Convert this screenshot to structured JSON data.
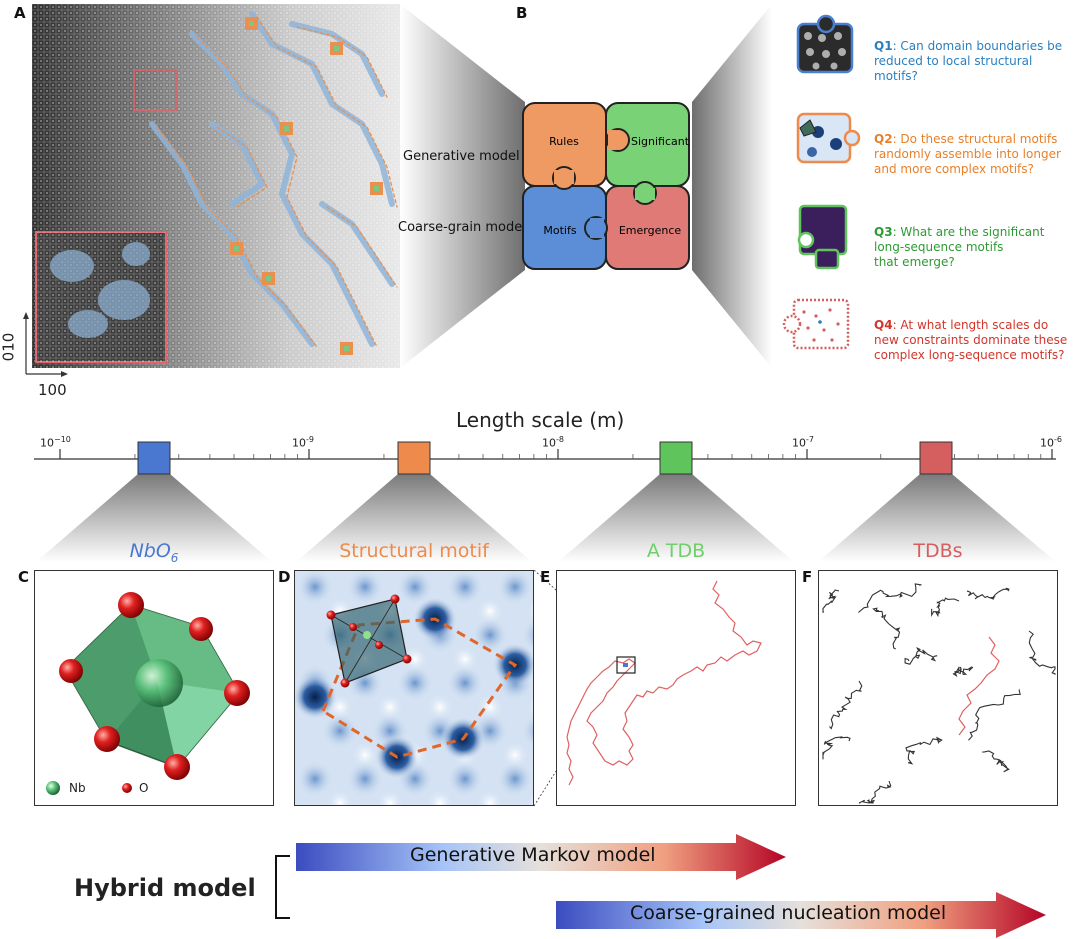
{
  "panels": {
    "a_letter": "A",
    "b_letter": "B",
    "c_letter": "C",
    "d_letter": "D",
    "e_letter": "E",
    "f_letter": "F"
  },
  "panel_a": {
    "axis_y": "010",
    "axis_x": "100",
    "tile_colors": {
      "domain_blue": "#8fb4d8",
      "orange": "#e8904f",
      "green": "#7fc77f"
    }
  },
  "middle_labels": {
    "generative": "Generative model",
    "coarse": "Coarse-grain model"
  },
  "puzzle": {
    "pieces": [
      {
        "label": "Rules",
        "color": "#ef9a63"
      },
      {
        "label": "Significant",
        "color": "#79d276"
      },
      {
        "label": "Motifs",
        "color": "#5b8ed6"
      },
      {
        "label": "Emergence",
        "color": "#e07a76"
      }
    ]
  },
  "questions": [
    {
      "id": "Q1",
      "text": ": Can domain boundaries be\n reduced to local structural\nmotifs?",
      "color": "#2a7fbf"
    },
    {
      "id": "Q2",
      "text": ": Do these structural motifs\nrandomly assemble into longer\nand more complex motifs?",
      "color": "#e8802a"
    },
    {
      "id": "Q3",
      "text": ": What are the significant\n long-sequence motifs\nthat emerge?",
      "color": "#2e9a34"
    },
    {
      "id": "Q4",
      "text": ": At what length scales do\nnew constraints dominate these\ncomplex long-sequence motifs?",
      "color": "#d1352b"
    }
  ],
  "scale": {
    "title": "Length scale (m)",
    "ticks": [
      {
        "base": "10",
        "exp": "−10"
      },
      {
        "base": "10",
        "exp": "-9"
      },
      {
        "base": "10",
        "exp": "-8"
      },
      {
        "base": "10",
        "exp": "-7"
      },
      {
        "base": "10",
        "exp": "-6"
      }
    ],
    "markers": [
      {
        "color": "#4a78d0"
      },
      {
        "color": "#ee8a4c"
      },
      {
        "color": "#5fc45c"
      },
      {
        "color": "#d55f5f"
      }
    ]
  },
  "titles": {
    "c_main": "NbO",
    "c_sub": "6",
    "d": "Structural motif",
    "e": "A TDB",
    "f": "TDBs",
    "c_color": "#4a78d0",
    "d_color": "#ee8a4c",
    "e_color": "#6fcf6a",
    "f_color": "#d55f5f"
  },
  "legend": {
    "nb": "Nb",
    "o": "O"
  },
  "hybrid": {
    "label": "Hybrid model",
    "arrow1": "Generative Markov model",
    "arrow2": "Coarse-grained nucleation model"
  }
}
